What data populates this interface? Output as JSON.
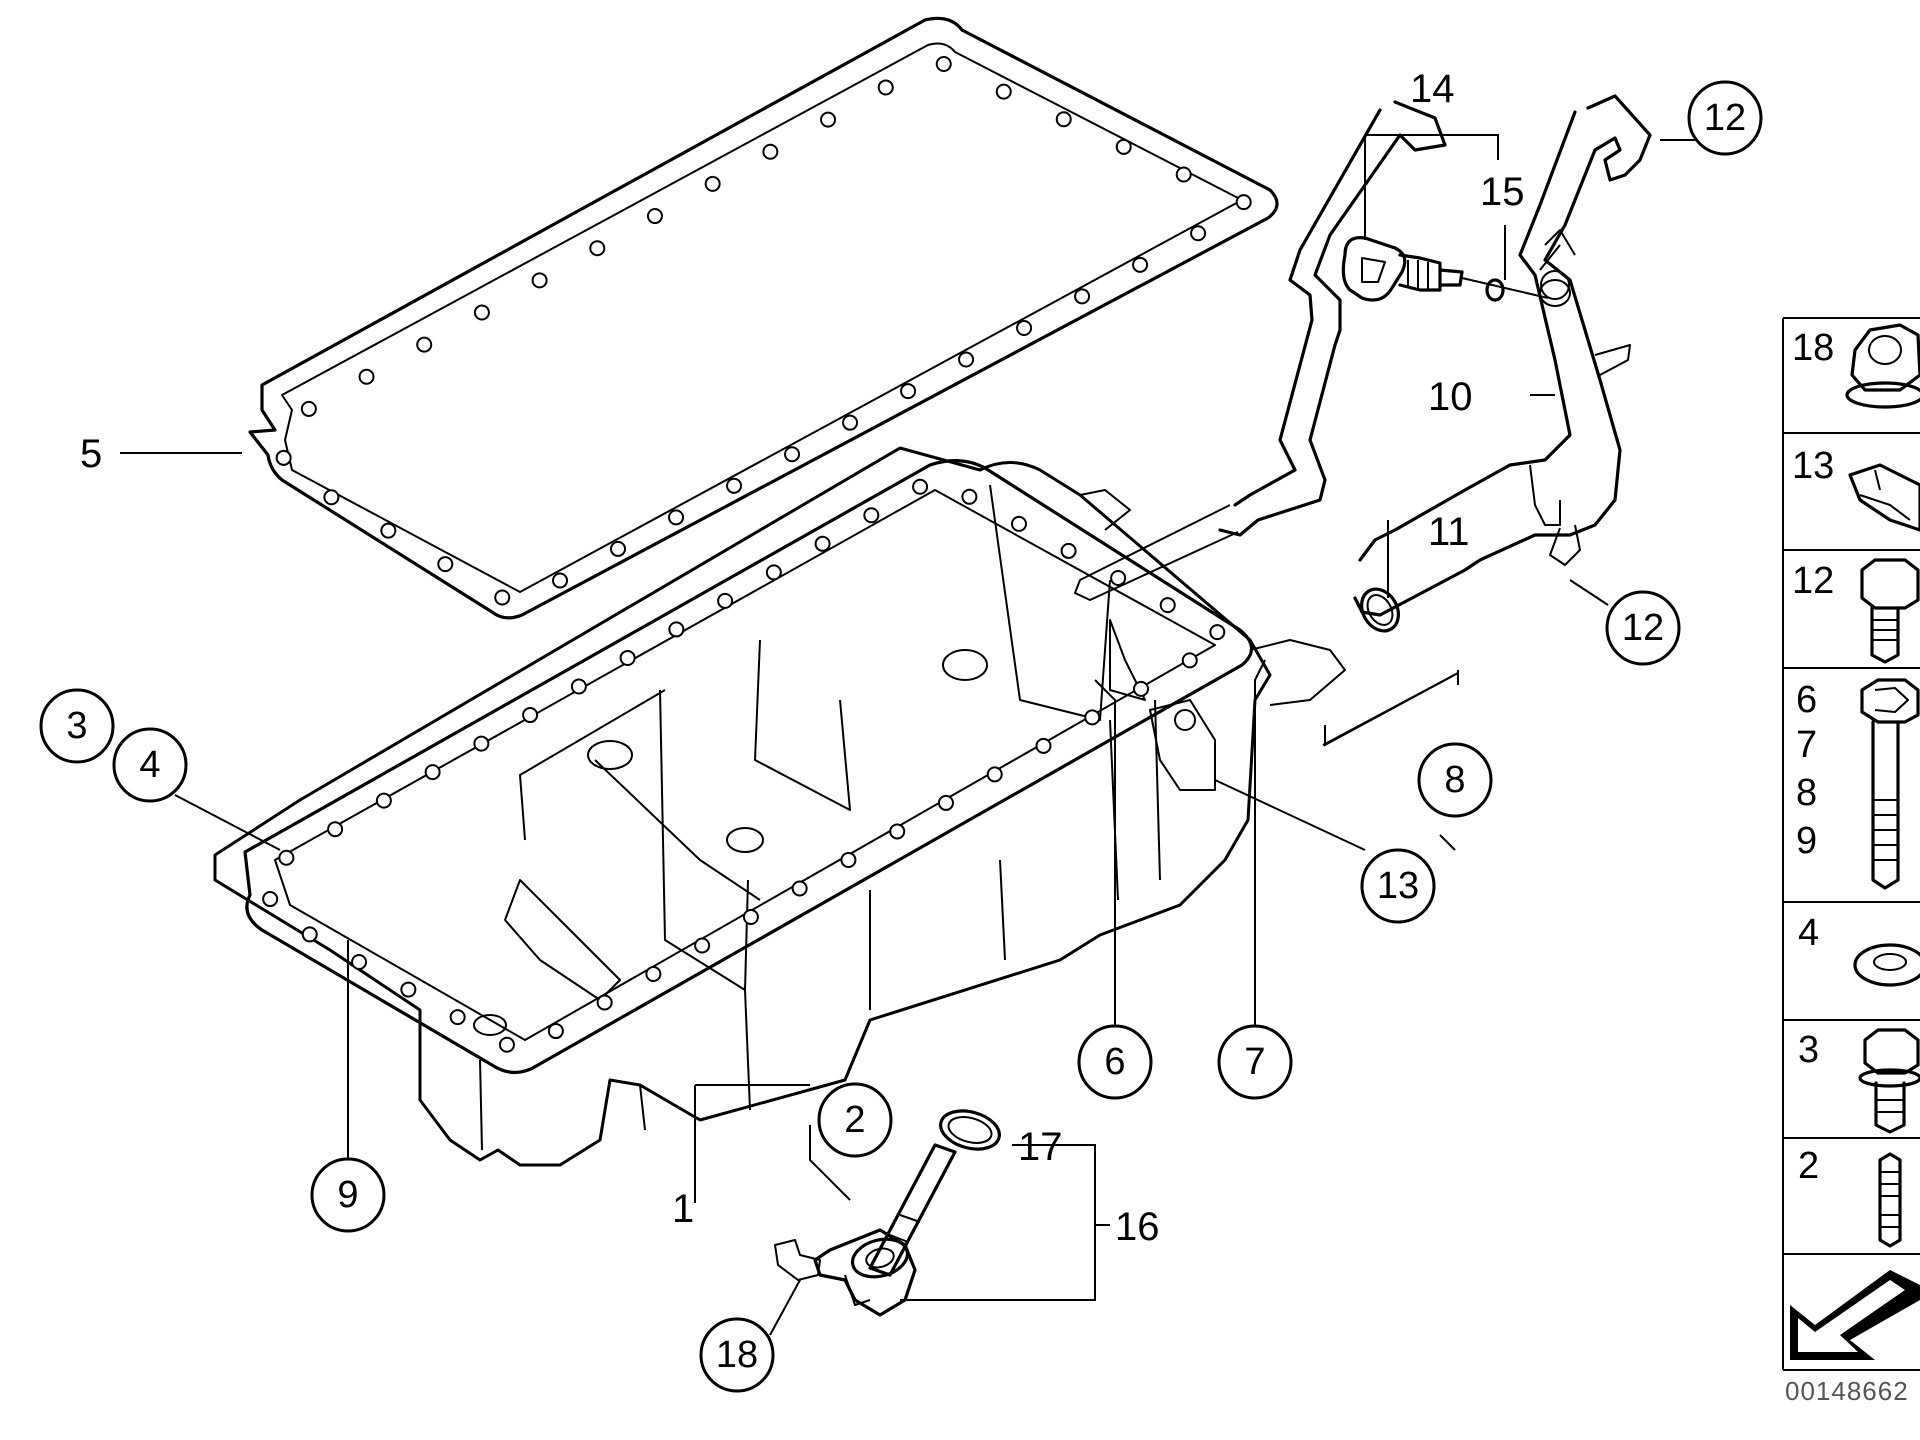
{
  "callouts": {
    "c1": "1",
    "c2": "2",
    "c3": "3",
    "c4": "4",
    "c5": "5",
    "c6": "6",
    "c7": "7",
    "c8": "8",
    "c9": "9",
    "c10": "10",
    "c11": "11",
    "c12a": "12",
    "c12b": "12",
    "c13": "13",
    "c14": "14",
    "c15": "15",
    "c16": "16",
    "c17": "17",
    "c18": "18"
  },
  "sidebar": {
    "rows": [
      {
        "labels": [
          "18"
        ],
        "icon": "flange-nut-icon"
      },
      {
        "labels": [
          "13"
        ],
        "icon": "clip-nut-icon"
      },
      {
        "labels": [
          "12"
        ],
        "icon": "hex-bolt-icon"
      },
      {
        "labels": [
          "6",
          "7",
          "8",
          "9"
        ],
        "icon": "long-bolt-icon"
      },
      {
        "labels": [
          "4"
        ],
        "icon": "washer-icon"
      },
      {
        "labels": [
          "3"
        ],
        "icon": "flange-bolt-icon"
      },
      {
        "labels": [
          "2"
        ],
        "icon": "stud-icon"
      }
    ],
    "footer_icon": "direction-arrow-icon"
  },
  "document_id": "00148662"
}
